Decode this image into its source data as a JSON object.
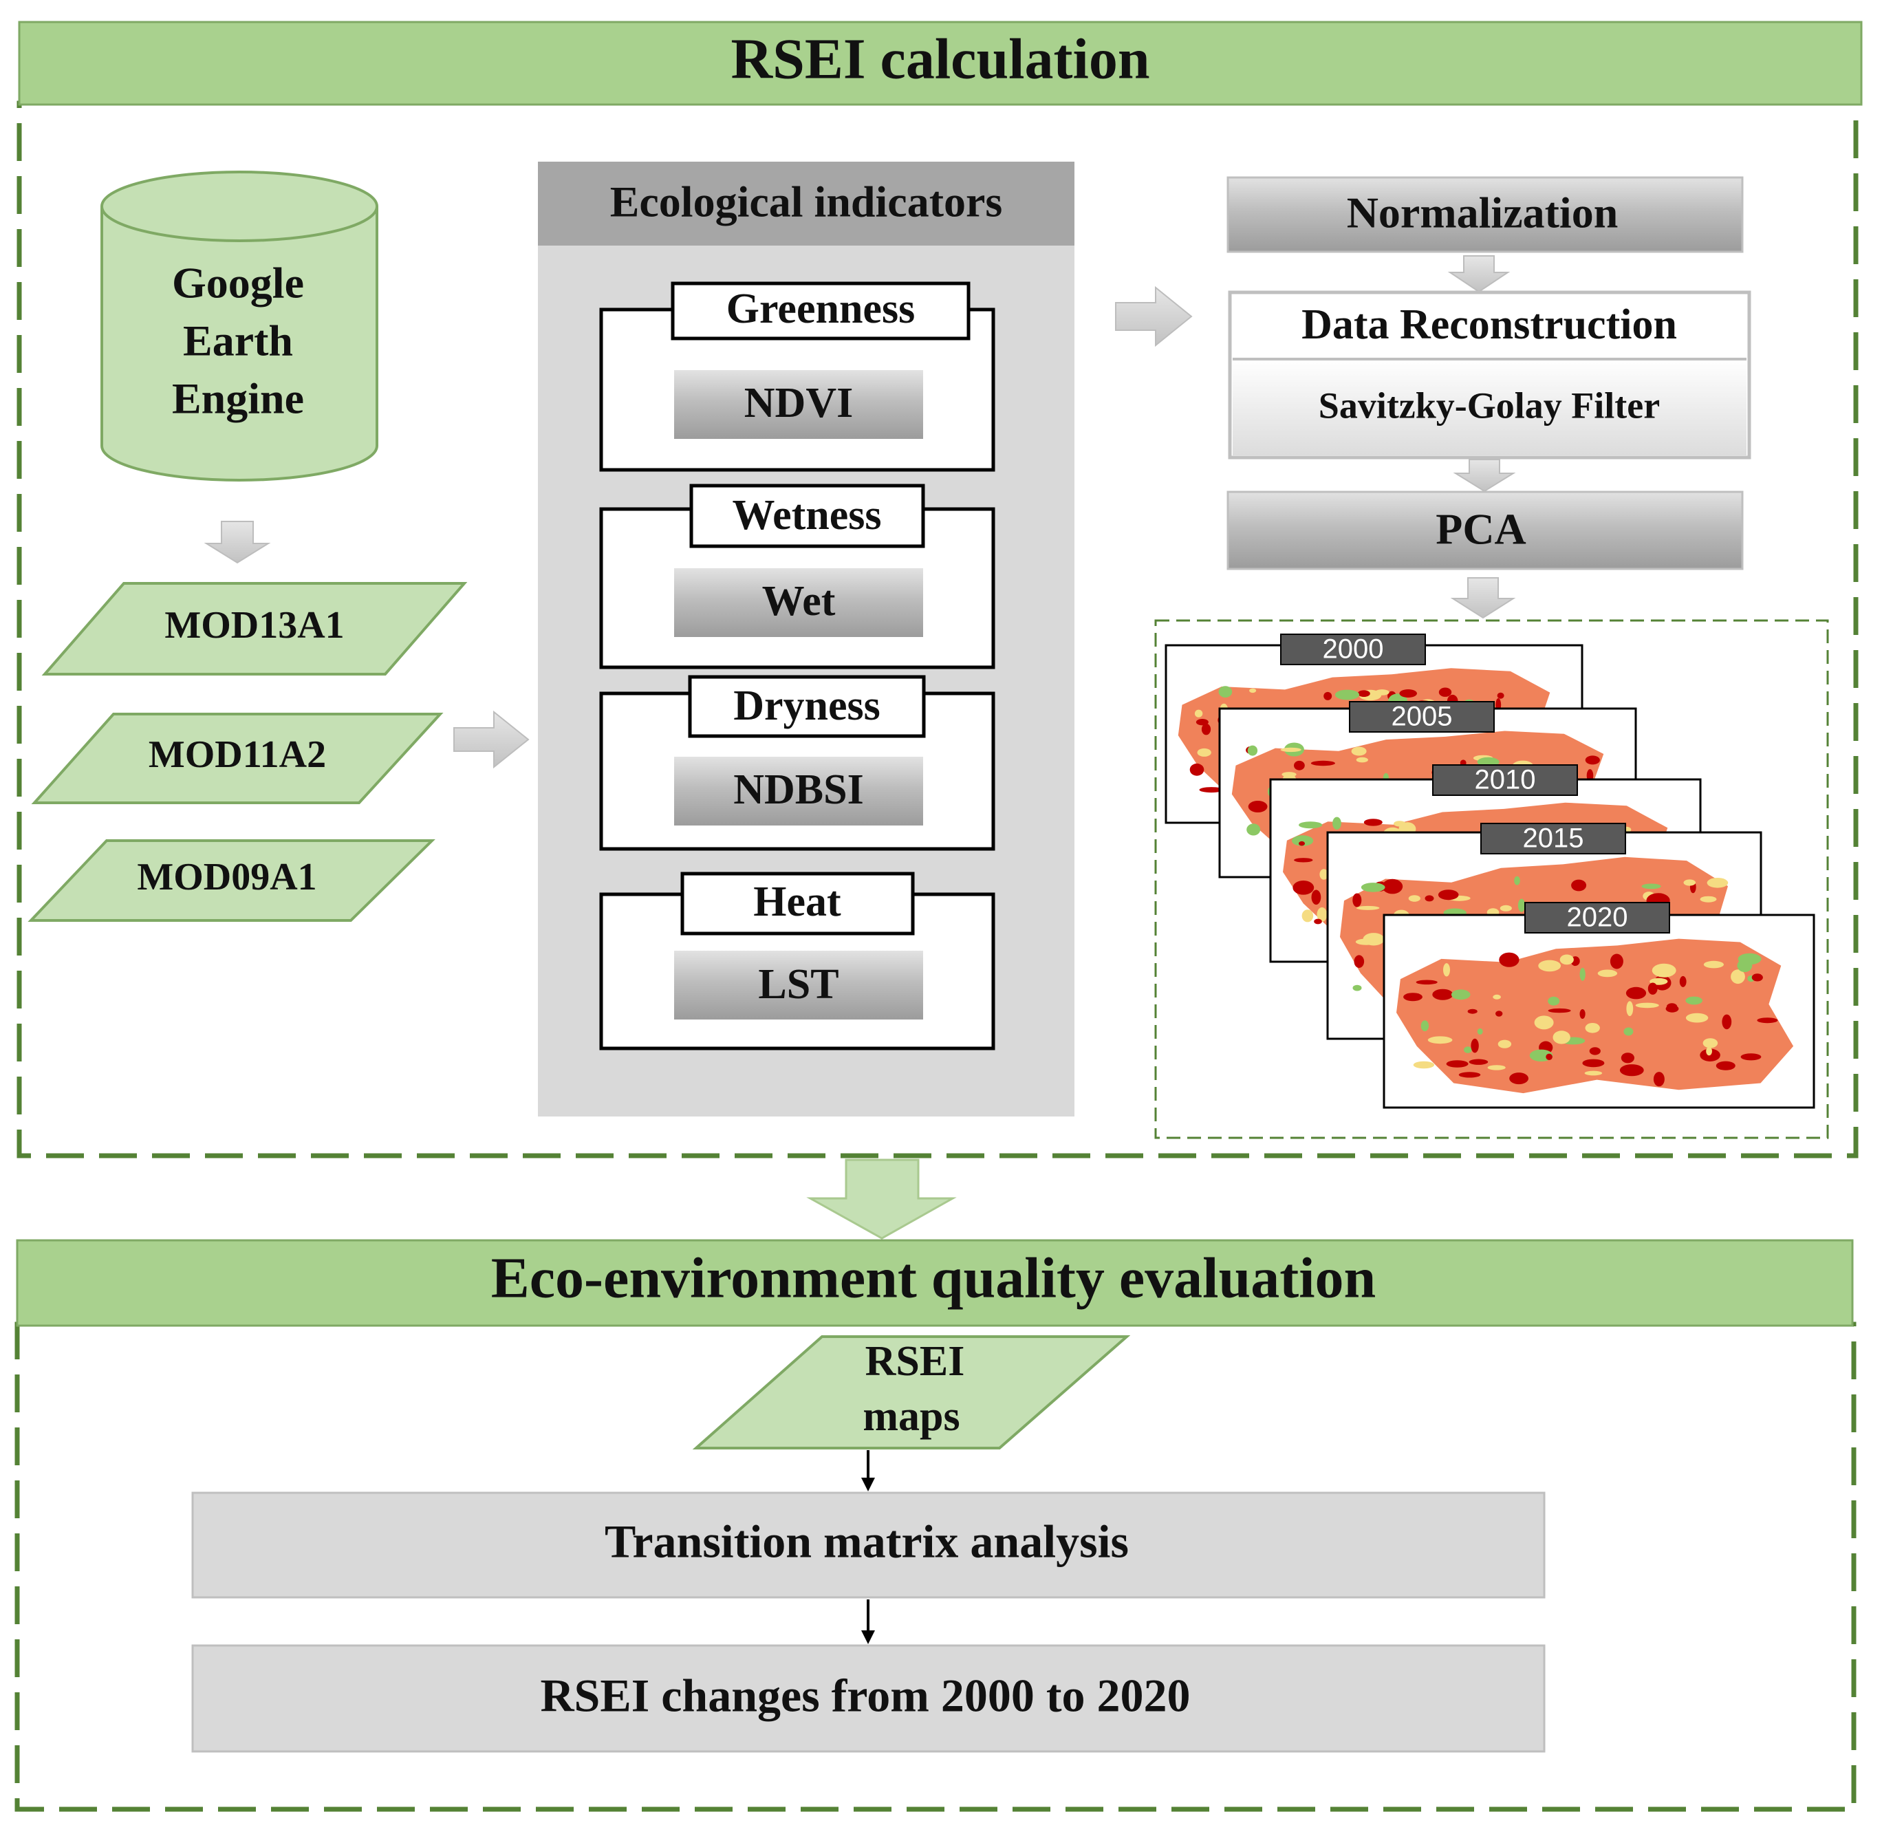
{
  "colors": {
    "banner_green": "#a9d18e",
    "light_green": "#c5e0b4",
    "panel_grey": "#d9d9d9",
    "header_grey": "#a6a6a6",
    "frame_dash": "#548235",
    "year_tag": "#595959",
    "map_red": "#c00000",
    "map_orange": "#f0825a",
    "map_yellow": "#f5dc82",
    "map_green": "#8cc864"
  },
  "top_section": {
    "title": "RSEI calculation",
    "database": {
      "icon": "database-cylinder-icon",
      "lines": [
        "Google",
        "Earth",
        "Engine"
      ]
    },
    "products": [
      "MOD13A1",
      "MOD11A2",
      "MOD09A1"
    ],
    "indicators": {
      "header": "Ecological indicators",
      "items": [
        {
          "label": "Greenness",
          "index": "NDVI"
        },
        {
          "label": "Wetness",
          "index": "Wet"
        },
        {
          "label": "Dryness",
          "index": "NDBSI"
        },
        {
          "label": "Heat",
          "index": "LST"
        }
      ]
    },
    "processing": {
      "normalization": "Normalization",
      "reconstruction_title": "Data Reconstruction",
      "reconstruction_method": "Savitzky-Golay  Filter",
      "pca": "PCA"
    },
    "map_years": [
      "2000",
      "2005",
      "2010",
      "2015",
      "2020"
    ]
  },
  "bottom_section": {
    "title": "Eco-environment quality evaluation",
    "maps_lines": [
      "RSEI",
      "maps"
    ],
    "steps": [
      "Transition  matrix  analysis",
      "RSEI  changes  from  2000  to  2020"
    ]
  }
}
